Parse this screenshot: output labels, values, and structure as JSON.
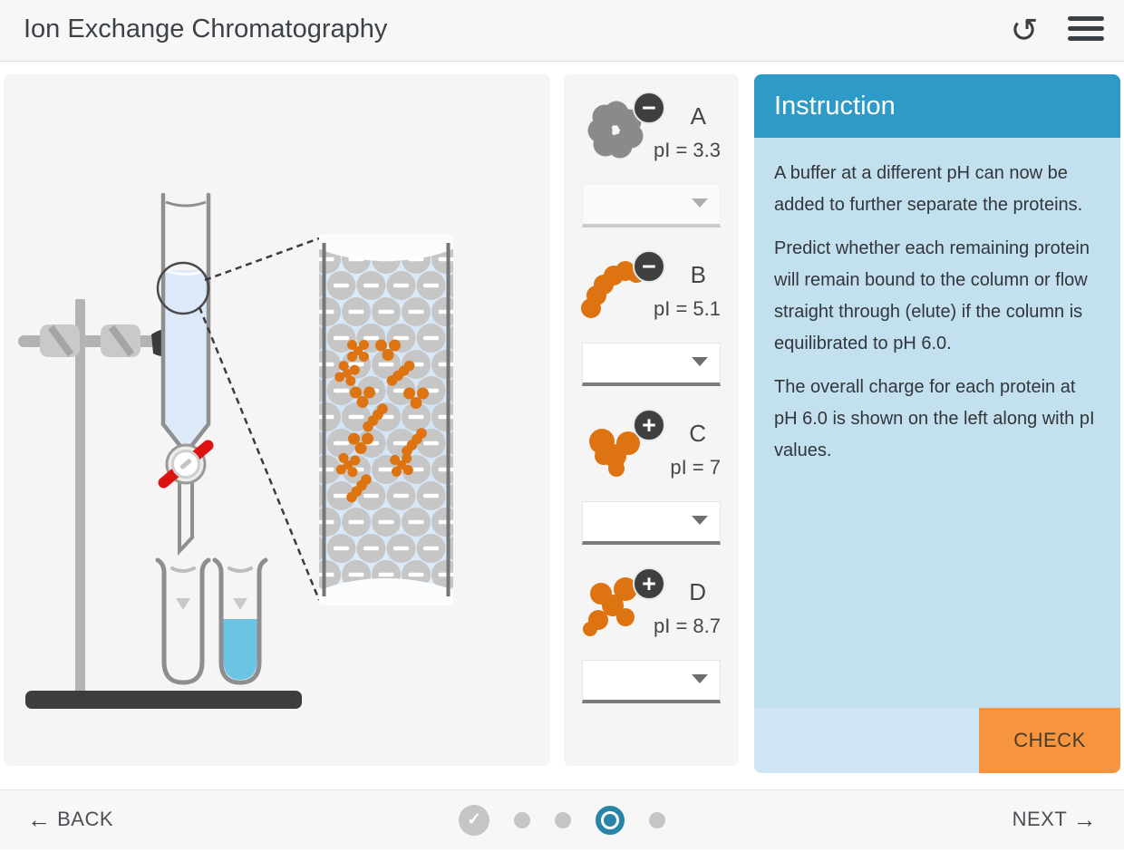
{
  "header": {
    "title": "Ion Exchange Chromatography",
    "reset_icon": "↺"
  },
  "proteins": [
    {
      "label": "A",
      "charge": "−",
      "pi_label": "pI = 3.3",
      "dropdown_value": "",
      "dropdown_disabled": true
    },
    {
      "label": "B",
      "charge": "−",
      "pi_label": "pI = 5.1",
      "dropdown_value": "",
      "dropdown_disabled": false
    },
    {
      "label": "C",
      "charge": "+",
      "pi_label": "pI = 7",
      "dropdown_value": "",
      "dropdown_disabled": false
    },
    {
      "label": "D",
      "charge": "+",
      "pi_label": "pI = 8.7",
      "dropdown_value": "",
      "dropdown_disabled": false
    }
  ],
  "instruction": {
    "title": "Instruction",
    "paragraphs": [
      "A buffer at a different pH can now be added to further separate the proteins.",
      "Predict whether each remaining protein will remain bound to the column or flow straight through (elute) if the column is equilibrated to pH 6.0.",
      "The overall charge for each protein at pH 6.0 is shown on the left along with pI values."
    ],
    "check_label": "CHECK"
  },
  "navigation": {
    "back_label": "BACK",
    "next_label": "NEXT",
    "steps": [
      {
        "state": "done"
      },
      {
        "state": "todo"
      },
      {
        "state": "todo"
      },
      {
        "state": "active"
      },
      {
        "state": "todo"
      }
    ]
  },
  "apparatus": {
    "resin_bead_charge": "−",
    "column_equilibration": "pH 6.0"
  },
  "colors": {
    "instruction_header": "#2e9ac8",
    "instruction_body": "#c3e0ef",
    "instruction_footer": "#cfe7f4",
    "check_button": "#f7953f",
    "protein_orange": "#dd7311",
    "charge_badge": "#3f3f3f",
    "active_step": "#2a84a8",
    "stopcock_red": "#df1212",
    "column_liquid": "#dbe9f8",
    "collected_liquid": "#6cc4e4",
    "resin_bead": "#c6c6c6"
  }
}
